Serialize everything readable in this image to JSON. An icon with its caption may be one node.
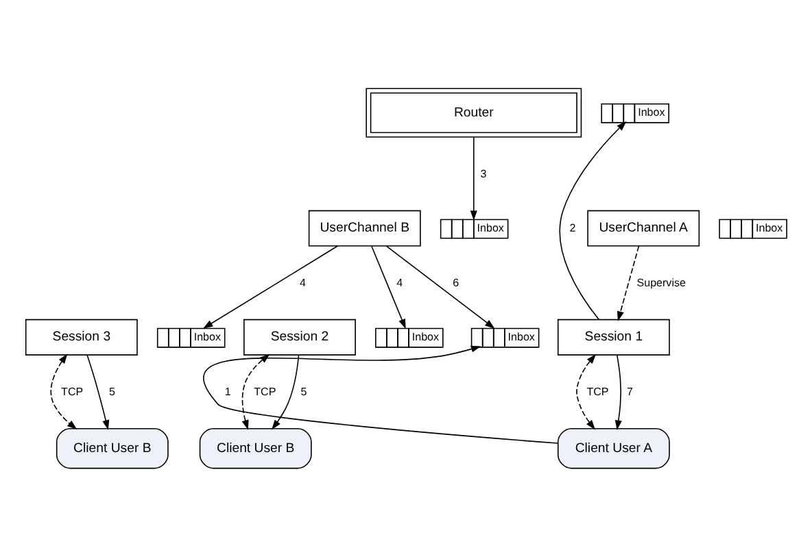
{
  "diagram": {
    "nodes": [
      {
        "text": [
          "Inbox"
        ]
      },
      {
        "text": [
          "Router"
        ]
      },
      {
        "text": [
          "Inbox"
        ]
      },
      {
        "text": [
          "UserChannel A"
        ]
      },
      {
        "text": [
          "Inbox"
        ]
      },
      {
        "text": [
          "UserChannel B"
        ]
      },
      {
        "text": [
          "Inbox"
        ]
      },
      {
        "text": [
          "Session 1"
        ]
      },
      {
        "text": [
          "Inbox"
        ]
      },
      {
        "text": [
          "Session 2"
        ]
      },
      {
        "text": [
          "Inbox"
        ]
      },
      {
        "text": [
          "Session 3"
        ]
      },
      {
        "text": [
          "Client User A"
        ]
      },
      {
        "text": [
          "Client User B"
        ]
      },
      {
        "text": [
          "Client User B"
        ]
      }
    ],
    "edges": [
      {
        "from": 12,
        "to": 6,
        "arrow": "to",
        "label": "1"
      },
      {
        "from": 7,
        "to": 0,
        "arrow": "to",
        "label": "2"
      },
      {
        "from": 1,
        "to": 4,
        "arrow": "to",
        "label": "3"
      },
      {
        "from": 5,
        "to": 8,
        "arrow": "to",
        "label": "4"
      },
      {
        "from": 5,
        "to": 10,
        "arrow": "to",
        "label": "4"
      },
      {
        "from": 5,
        "to": 6,
        "arrow": "to",
        "label": "6"
      },
      {
        "from": 3,
        "to": 7,
        "arrow": "to",
        "label": "Supervise",
        "style": "dashed"
      },
      {
        "from": 7,
        "to": 12,
        "arrow": "to",
        "label": "7"
      },
      {
        "from": 9,
        "to": 13,
        "arrow": "to",
        "label": "5"
      },
      {
        "from": 11,
        "to": 14,
        "arrow": "to",
        "label": "5"
      },
      {
        "from": 7,
        "to": 12,
        "arrow": "both",
        "label": "TCP",
        "style": "dashed"
      },
      {
        "from": 9,
        "to": 13,
        "arrow": "both",
        "label": "TCP",
        "style": "dashed"
      },
      {
        "from": 11,
        "to": 14,
        "arrow": "both",
        "label": "TCP",
        "style": "dashed"
      }
    ]
  }
}
